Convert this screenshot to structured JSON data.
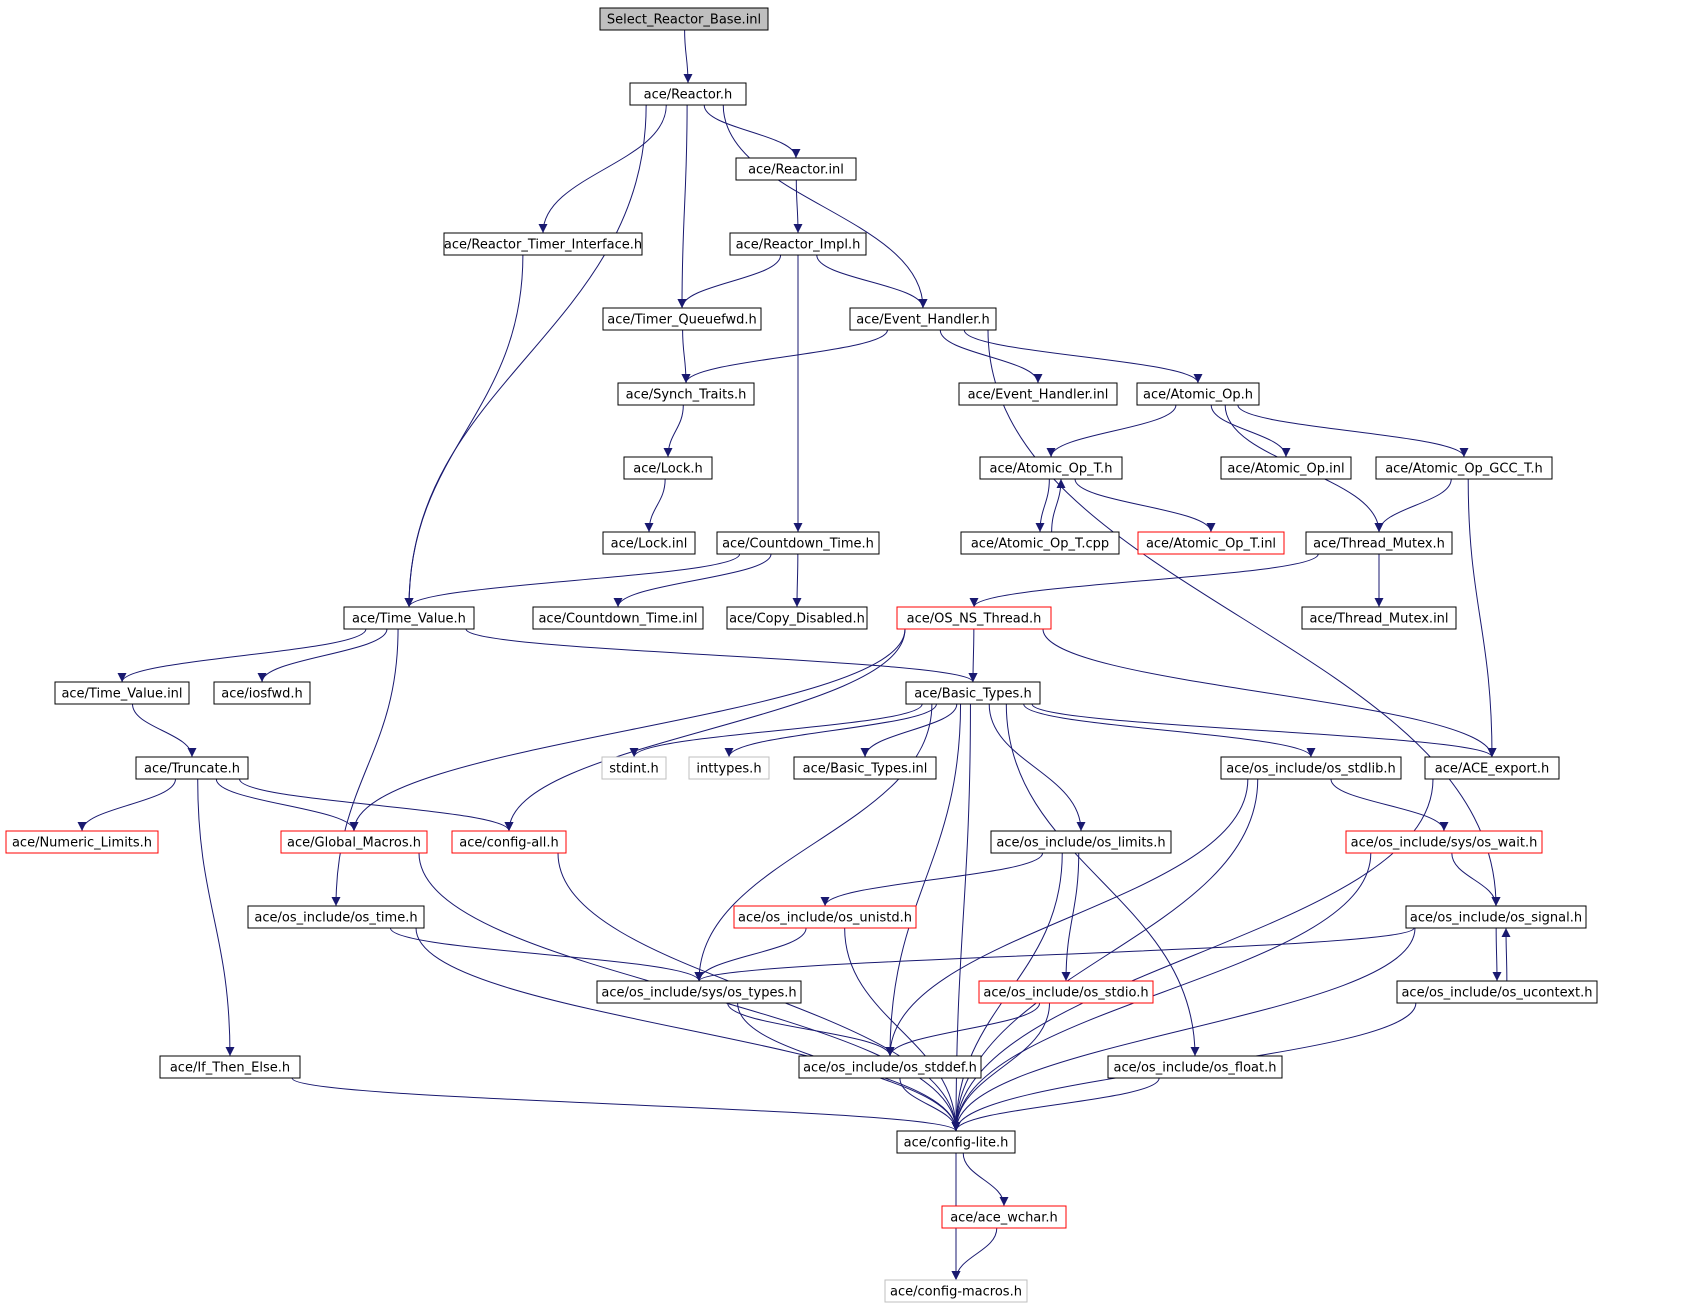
{
  "colors": {
    "edge": "#191970",
    "border_default": "#000000",
    "border_red": "#ff0000",
    "border_gray": "#bfbfbf",
    "fill_root": "#bfbfbf",
    "fill": "#ffffff"
  },
  "nodes": [
    {
      "id": "root",
      "label": "Select_Reactor_Base.inl",
      "style": "root"
    },
    {
      "id": "reactor_h",
      "label": "ace/Reactor.h",
      "style": "default"
    },
    {
      "id": "reactor_inl",
      "label": "ace/Reactor.inl",
      "style": "default"
    },
    {
      "id": "rti",
      "label": "ace/Reactor_Timer_Interface.h",
      "style": "default"
    },
    {
      "id": "rimpl",
      "label": "ace/Reactor_Impl.h",
      "style": "default"
    },
    {
      "id": "tqfwd",
      "label": "ace/Timer_Queuefwd.h",
      "style": "default"
    },
    {
      "id": "eh",
      "label": "ace/Event_Handler.h",
      "style": "default"
    },
    {
      "id": "synch",
      "label": "ace/Synch_Traits.h",
      "style": "default"
    },
    {
      "id": "ehinl",
      "label": "ace/Event_Handler.inl",
      "style": "default"
    },
    {
      "id": "aop",
      "label": "ace/Atomic_Op.h",
      "style": "default"
    },
    {
      "id": "lock",
      "label": "ace/Lock.h",
      "style": "default"
    },
    {
      "id": "aopt",
      "label": "ace/Atomic_Op_T.h",
      "style": "default"
    },
    {
      "id": "aopinl",
      "label": "ace/Atomic_Op.inl",
      "style": "default"
    },
    {
      "id": "aopgcc",
      "label": "ace/Atomic_Op_GCC_T.h",
      "style": "default"
    },
    {
      "id": "lockinl",
      "label": "ace/Lock.inl",
      "style": "default"
    },
    {
      "id": "cdt",
      "label": "ace/Countdown_Time.h",
      "style": "default"
    },
    {
      "id": "aoptcpp",
      "label": "ace/Atomic_Op_T.cpp",
      "style": "default"
    },
    {
      "id": "aoptinl",
      "label": "ace/Atomic_Op_T.inl",
      "style": "red"
    },
    {
      "id": "tmutex",
      "label": "ace/Thread_Mutex.h",
      "style": "default"
    },
    {
      "id": "tv",
      "label": "ace/Time_Value.h",
      "style": "default"
    },
    {
      "id": "cdtinl",
      "label": "ace/Countdown_Time.inl",
      "style": "default"
    },
    {
      "id": "copyd",
      "label": "ace/Copy_Disabled.h",
      "style": "default"
    },
    {
      "id": "osns",
      "label": "ace/OS_NS_Thread.h",
      "style": "red"
    },
    {
      "id": "tmutexinl",
      "label": "ace/Thread_Mutex.inl",
      "style": "default"
    },
    {
      "id": "tvinl",
      "label": "ace/Time_Value.inl",
      "style": "default"
    },
    {
      "id": "iosfwd",
      "label": "ace/iosfwd.h",
      "style": "default"
    },
    {
      "id": "basic",
      "label": "ace/Basic_Types.h",
      "style": "default"
    },
    {
      "id": "trunc",
      "label": "ace/Truncate.h",
      "style": "default"
    },
    {
      "id": "stdint",
      "label": "stdint.h",
      "style": "gray"
    },
    {
      "id": "inttypes",
      "label": "inttypes.h",
      "style": "gray"
    },
    {
      "id": "basicinl",
      "label": "ace/Basic_Types.inl",
      "style": "default"
    },
    {
      "id": "stdlib",
      "label": "ace/os_include/os_stdlib.h",
      "style": "default"
    },
    {
      "id": "export",
      "label": "ace/ACE_export.h",
      "style": "default"
    },
    {
      "id": "numlim",
      "label": "ace/Numeric_Limits.h",
      "style": "red"
    },
    {
      "id": "gmac",
      "label": "ace/Global_Macros.h",
      "style": "red"
    },
    {
      "id": "cfgall",
      "label": "ace/config-all.h",
      "style": "red"
    },
    {
      "id": "limits",
      "label": "ace/os_include/os_limits.h",
      "style": "default"
    },
    {
      "id": "wait",
      "label": "ace/os_include/sys/os_wait.h",
      "style": "red"
    },
    {
      "id": "ostime",
      "label": "ace/os_include/os_time.h",
      "style": "default"
    },
    {
      "id": "unistd",
      "label": "ace/os_include/os_unistd.h",
      "style": "red"
    },
    {
      "id": "signal",
      "label": "ace/os_include/os_signal.h",
      "style": "default"
    },
    {
      "id": "systypes",
      "label": "ace/os_include/sys/os_types.h",
      "style": "default"
    },
    {
      "id": "stdio",
      "label": "ace/os_include/os_stdio.h",
      "style": "red"
    },
    {
      "id": "ucontext",
      "label": "ace/os_include/os_ucontext.h",
      "style": "default"
    },
    {
      "id": "ifte",
      "label": "ace/If_Then_Else.h",
      "style": "default"
    },
    {
      "id": "stddef",
      "label": "ace/os_include/os_stddef.h",
      "style": "default"
    },
    {
      "id": "float",
      "label": "ace/os_include/os_float.h",
      "style": "default"
    },
    {
      "id": "cfglite",
      "label": "ace/config-lite.h",
      "style": "default"
    },
    {
      "id": "wchar",
      "label": "ace/ace_wchar.h",
      "style": "red"
    },
    {
      "id": "cfgmac",
      "label": "ace/config-macros.h",
      "style": "gray"
    }
  ],
  "edges": [
    [
      "root",
      "reactor_h"
    ],
    [
      "reactor_h",
      "tv"
    ],
    [
      "reactor_h",
      "rti"
    ],
    [
      "reactor_h",
      "tqfwd"
    ],
    [
      "reactor_h",
      "reactor_inl"
    ],
    [
      "reactor_h",
      "eh"
    ],
    [
      "reactor_inl",
      "rimpl"
    ],
    [
      "rti",
      "tv"
    ],
    [
      "rimpl",
      "tqfwd"
    ],
    [
      "rimpl",
      "eh"
    ],
    [
      "rimpl",
      "cdt"
    ],
    [
      "tqfwd",
      "synch"
    ],
    [
      "eh",
      "synch"
    ],
    [
      "eh",
      "ehinl"
    ],
    [
      "eh",
      "aop"
    ],
    [
      "eh",
      "signal"
    ],
    [
      "synch",
      "lock"
    ],
    [
      "lock",
      "lockinl"
    ],
    [
      "aop",
      "aopt"
    ],
    [
      "aop",
      "aopinl"
    ],
    [
      "aop",
      "aopgcc"
    ],
    [
      "aop",
      "tmutex"
    ],
    [
      "aopt",
      "aoptcpp"
    ],
    [
      "aoptcpp",
      "aopt"
    ],
    [
      "aopt",
      "aoptinl"
    ],
    [
      "aopgcc",
      "tmutex"
    ],
    [
      "aopgcc",
      "export"
    ],
    [
      "tmutex",
      "osns"
    ],
    [
      "tmutex",
      "tmutexinl"
    ],
    [
      "cdt",
      "tv"
    ],
    [
      "cdt",
      "cdtinl"
    ],
    [
      "cdt",
      "copyd"
    ],
    [
      "tv",
      "tvinl"
    ],
    [
      "tv",
      "iosfwd"
    ],
    [
      "tv",
      "basic"
    ],
    [
      "tv",
      "ostime"
    ],
    [
      "osns",
      "basic"
    ],
    [
      "osns",
      "gmac"
    ],
    [
      "osns",
      "cfgall"
    ],
    [
      "osns",
      "export"
    ],
    [
      "tvinl",
      "trunc"
    ],
    [
      "trunc",
      "numlim"
    ],
    [
      "trunc",
      "gmac"
    ],
    [
      "trunc",
      "cfgall"
    ],
    [
      "trunc",
      "ifte"
    ],
    [
      "basic",
      "stdint"
    ],
    [
      "basic",
      "inttypes"
    ],
    [
      "basic",
      "basicinl"
    ],
    [
      "basic",
      "stdlib"
    ],
    [
      "basic",
      "export"
    ],
    [
      "basic",
      "limits"
    ],
    [
      "basic",
      "systypes"
    ],
    [
      "basic",
      "stddef"
    ],
    [
      "basic",
      "float"
    ],
    [
      "basic",
      "cfglite"
    ],
    [
      "stdlib",
      "wait"
    ],
    [
      "stdlib",
      "stddef"
    ],
    [
      "stdlib",
      "cfglite"
    ],
    [
      "export",
      "cfglite"
    ],
    [
      "gmac",
      "cfglite"
    ],
    [
      "cfgall",
      "cfglite"
    ],
    [
      "limits",
      "unistd"
    ],
    [
      "limits",
      "stdio"
    ],
    [
      "limits",
      "cfglite"
    ],
    [
      "wait",
      "signal"
    ],
    [
      "wait",
      "cfglite"
    ],
    [
      "ostime",
      "systypes"
    ],
    [
      "ostime",
      "cfglite"
    ],
    [
      "unistd",
      "systypes"
    ],
    [
      "unistd",
      "cfglite"
    ],
    [
      "signal",
      "systypes"
    ],
    [
      "signal",
      "ucontext"
    ],
    [
      "ucontext",
      "signal"
    ],
    [
      "signal",
      "cfglite"
    ],
    [
      "ucontext",
      "cfglite"
    ],
    [
      "systypes",
      "stddef"
    ],
    [
      "systypes",
      "cfglite"
    ],
    [
      "stdio",
      "stddef"
    ],
    [
      "stdio",
      "cfglite"
    ],
    [
      "ifte",
      "cfglite"
    ],
    [
      "stddef",
      "cfglite"
    ],
    [
      "float",
      "cfglite"
    ],
    [
      "cfglite",
      "wchar"
    ],
    [
      "cfglite",
      "cfgmac"
    ],
    [
      "wchar",
      "cfgmac"
    ]
  ]
}
